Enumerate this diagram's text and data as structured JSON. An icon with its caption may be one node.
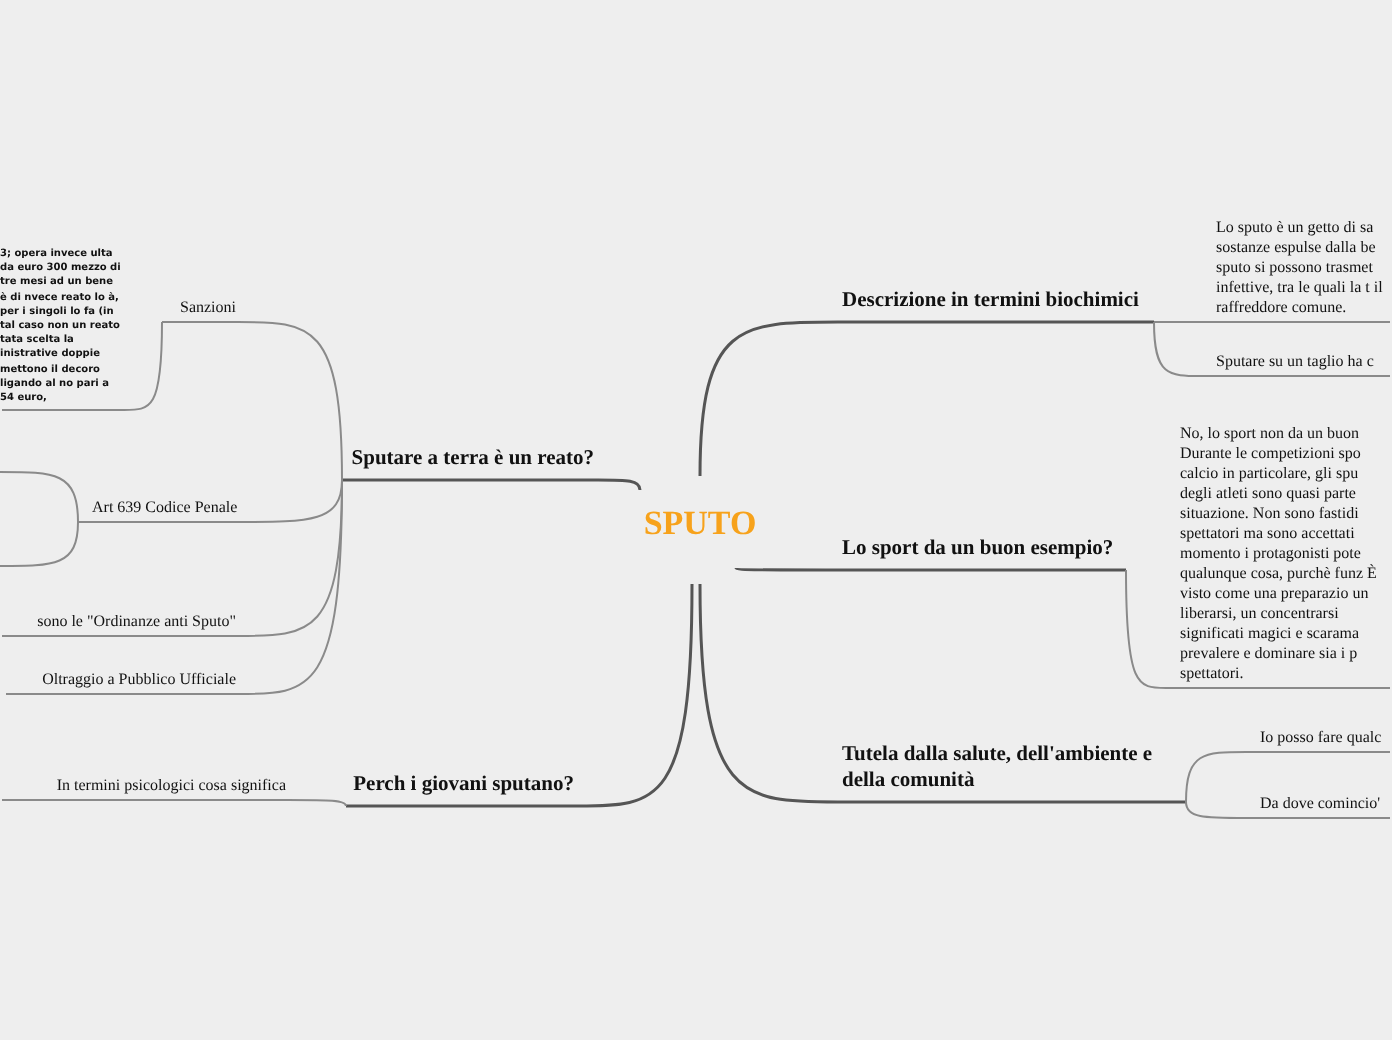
{
  "diagram": {
    "nodes": [
      {
        "text": [
          "SPUTO"
        ]
      },
      {
        "text": [
          "Sputare a terra è  un reato?"
        ]
      },
      {
        "text": [
          "Sanzioni"
        ]
      },
      {
        "text": [
          "3; opera invece ulta da euro 300 mezzo di tre mesi ad un bene è di nvece reato lo à, per i singoli lo fa (in tal caso non un reato tata scelta la inistrative doppie mettono il decoro ligando al no pari a 54 euro,"
        ]
      },
      {
        "text": [
          "Art 639 Codice Penale"
        ]
      },
      {
        "text": [
          "sono le \"Ordinanze anti Sputo\""
        ]
      },
      {
        "text": [
          "Oltraggio a Pubblico Ufficiale"
        ]
      },
      {
        "text": [
          "Perch i giovani sputano?"
        ]
      },
      {
        "text": [
          "In termini psicologici cosa significa"
        ]
      },
      {
        "text": [
          "Descrizione in termini biochimici"
        ]
      },
      {
        "text": [
          "Lo sputo è un getto di sa sostanze espulse dalla be sputo si possono trasmet infettive, tra le quali la t il raffreddore comune."
        ]
      },
      {
        "text": [
          "Sputare su un taglio ha c"
        ]
      },
      {
        "text": [
          "Lo sport da un buon esempio?"
        ]
      },
      {
        "text": [
          "No, lo sport non da un buon Durante le competizioni spo calcio in particolare, gli spu degli atleti sono quasi parte situazione. Non sono fastidi spettatori ma sono accettati momento i protagonisti pote qualunque cosa, purchè funz È visto come una preparazio un liberarsi, un concentrarsi significati magici e scarama prevalere e dominare sia i p spettatori."
        ]
      },
      {
        "text": [
          "Tutela dalla salute, dell'ambiente e della comunità"
        ]
      },
      {
        "text": [
          "Io posso fare qualc"
        ]
      },
      {
        "text": [
          "Da dove comincio'"
        ]
      }
    ],
    "edges": [
      {
        "from": 0,
        "to": 1,
        "arrow": "none"
      },
      {
        "from": 0,
        "to": 7,
        "arrow": "none"
      },
      {
        "from": 0,
        "to": 9,
        "arrow": "none"
      },
      {
        "from": 0,
        "to": 12,
        "arrow": "none"
      },
      {
        "from": 0,
        "to": 14,
        "arrow": "none"
      },
      {
        "from": 1,
        "to": 2,
        "arrow": "none"
      },
      {
        "from": 1,
        "to": 4,
        "arrow": "none"
      },
      {
        "from": 1,
        "to": 5,
        "arrow": "none"
      },
      {
        "from": 1,
        "to": 6,
        "arrow": "none"
      },
      {
        "from": 2,
        "to": 3,
        "arrow": "none"
      },
      {
        "from": 4,
        "to": null,
        "arrow": "none"
      },
      {
        "from": 4,
        "to": null,
        "arrow": "none"
      },
      {
        "from": 7,
        "to": 8,
        "arrow": "none"
      },
      {
        "from": 9,
        "to": 10,
        "arrow": "none"
      },
      {
        "from": 9,
        "to": 11,
        "arrow": "none"
      },
      {
        "from": 12,
        "to": 13,
        "arrow": "none"
      },
      {
        "from": 14,
        "to": 15,
        "arrow": "none"
      },
      {
        "from": 14,
        "to": 16,
        "arrow": "none"
      }
    ]
  }
}
